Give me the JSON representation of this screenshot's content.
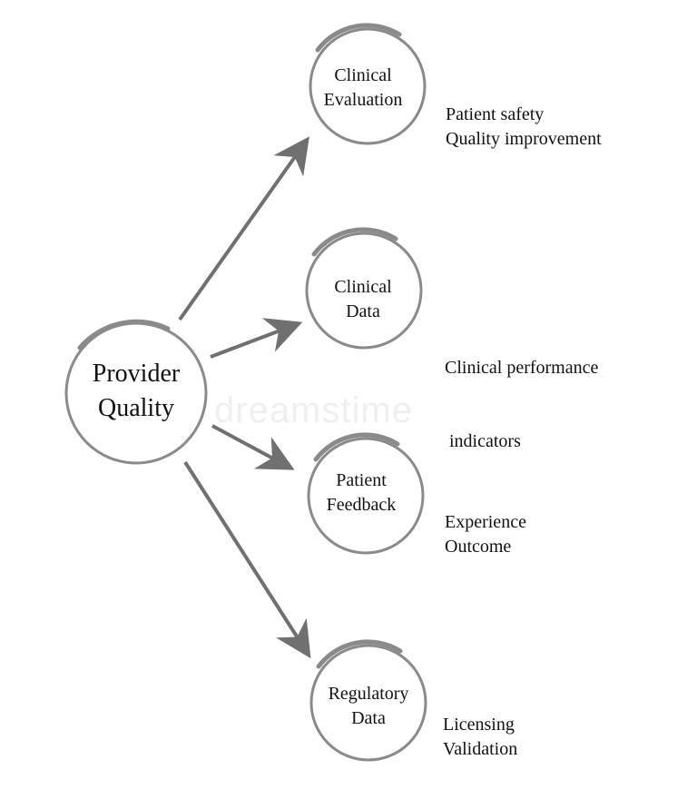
{
  "center": {
    "lines": [
      "Provider",
      "Quality"
    ]
  },
  "nodes": [
    {
      "lines": [
        "Clinical",
        "Evaluation"
      ],
      "details": [
        "Patient safety",
        "Quality improvement"
      ]
    },
    {
      "lines": [
        "Clinical",
        "Data"
      ],
      "details": [
        "Clinical performance",
        " indicators"
      ]
    },
    {
      "lines": [
        "Patient",
        "Feedback"
      ],
      "details": [
        "Experience",
        "Outcome"
      ]
    },
    {
      "lines": [
        "Regulatory",
        "Data"
      ],
      "details": [
        "Licensing",
        "Validation"
      ]
    }
  ],
  "watermark": "dreamstime",
  "colors": {
    "circle": "#8a8a8a",
    "arrow": "#707070",
    "text": "#111111"
  }
}
